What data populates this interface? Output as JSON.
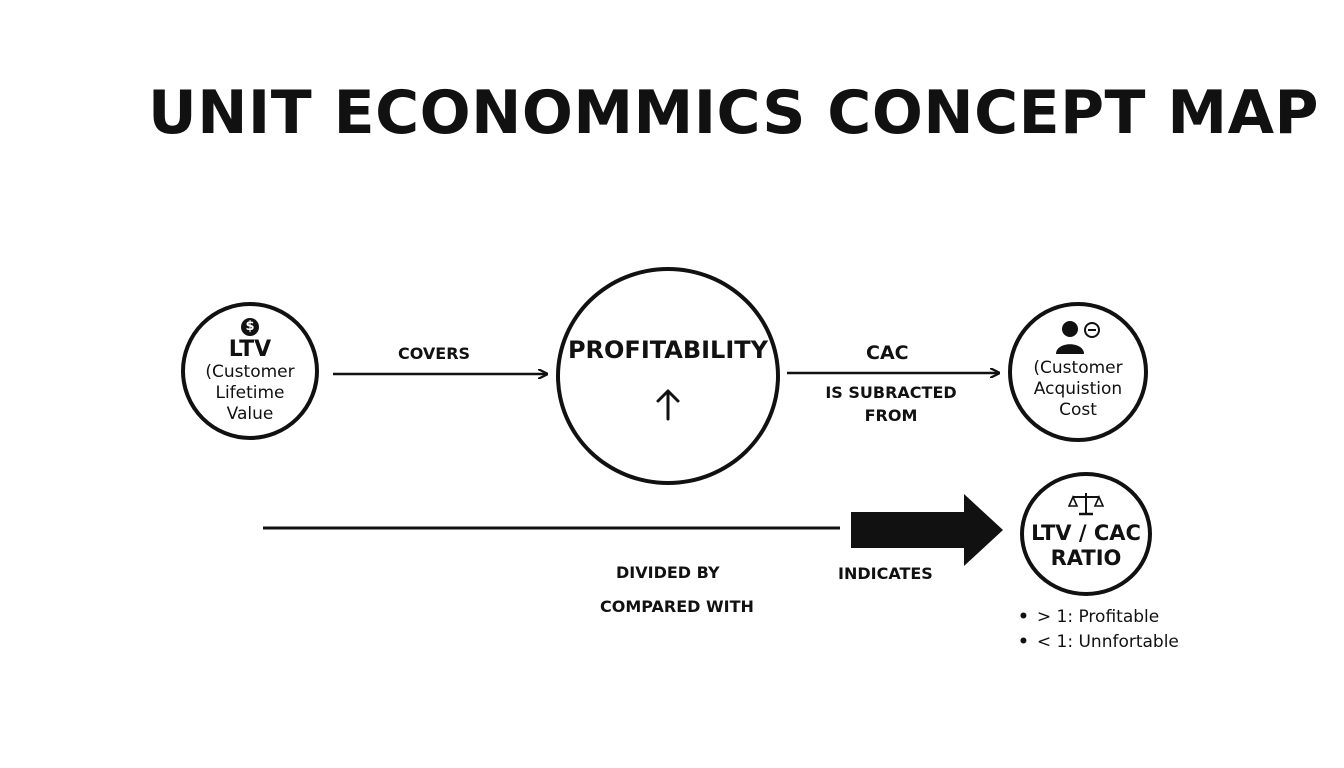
{
  "title": "UNIT ECONOMMICS CONCEPT MAP",
  "nodes": {
    "ltv": {
      "abbr": "LTV",
      "line1": "(Customer",
      "line2": "Lifetime",
      "line3": "Value",
      "icon": "dollar-icon"
    },
    "profitability": {
      "label": "PROFITABILITY",
      "icon": "arrow-up-icon"
    },
    "cac": {
      "line1": "(Customer",
      "line2": "Acquistion",
      "line3": "Cost",
      "icon": "user-minus-icon"
    },
    "ratio": {
      "line1": "LTV / CAC",
      "line2": "RATIO",
      "icon": "scale-icon"
    }
  },
  "edges": {
    "covers": "COVERS",
    "cac": "CAC",
    "subtracted_line1": "IS SUBRACTED",
    "subtracted_line2": "FROM",
    "divided_by": "DIVIDED BY",
    "compared_with": "COMPARED WITH",
    "indicates": "INDICATES"
  },
  "ratio_notes": [
    "> 1: Profitable",
    "< 1: Unnfortable"
  ]
}
